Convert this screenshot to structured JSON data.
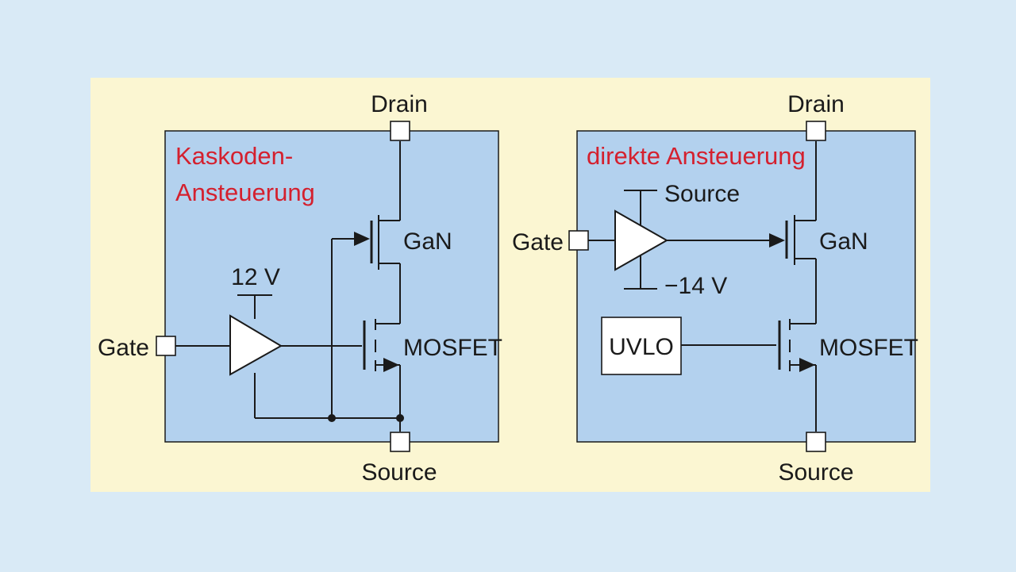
{
  "colors": {
    "page_background": "#d9eaf6",
    "panel_background": "#fbf6d2",
    "block_fill": "#b3d1ee",
    "title_red": "#d4202e",
    "line": "#1a1a1a"
  },
  "left_block": {
    "title_line1": "Kaskoden-",
    "title_line2": "Ansteuerung",
    "drain_label": "Drain",
    "source_label": "Source",
    "gate_label": "Gate",
    "supply_label": "12 V",
    "gan_label": "GaN",
    "mosfet_label": "MOSFET"
  },
  "right_block": {
    "title": "direkte Ansteuerung",
    "drain_label": "Drain",
    "source_label": "Source",
    "gate_label": "Gate",
    "supply_top_label": "Source",
    "supply_bottom_label": "−14 V",
    "gan_label": "GaN",
    "mosfet_label": "MOSFET",
    "uvlo_label": "UVLO"
  }
}
